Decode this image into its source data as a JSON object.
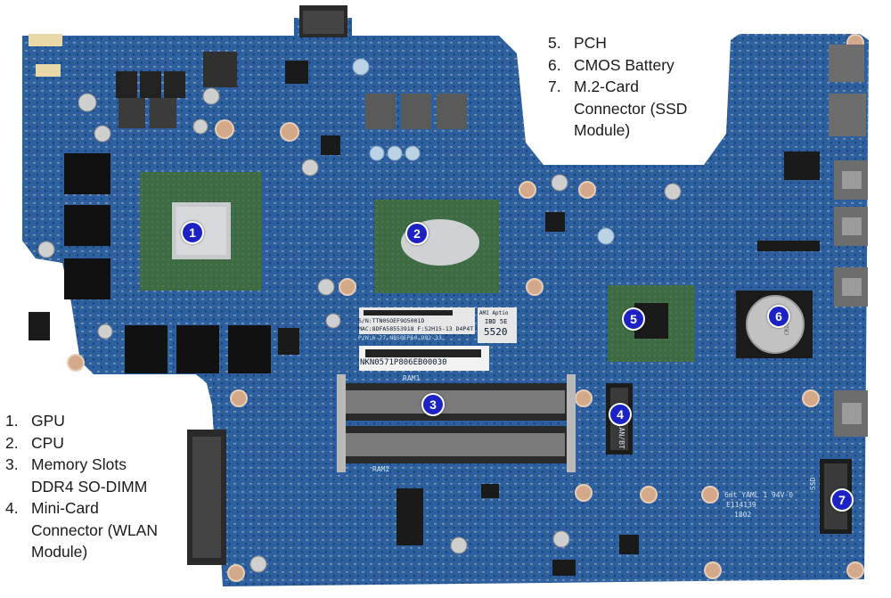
{
  "legend_left": [
    {
      "number": "1.",
      "label": "GPU"
    },
    {
      "number": "2.",
      "label": "CPU"
    },
    {
      "number": "3.",
      "label": "Memory Slots\nDDR4 SO-DIMM"
    },
    {
      "number": "4.",
      "label": "Mini-Card\nConnector (WLAN\nModule)"
    }
  ],
  "legend_right": [
    {
      "number": "5.",
      "label": "PCH"
    },
    {
      "number": "6.",
      "label": "CMOS Battery"
    },
    {
      "number": "7.",
      "label": "M.2-Card\nConnector (SSD\nModule)"
    }
  ],
  "markers": [
    "1",
    "2",
    "3",
    "4",
    "5",
    "6",
    "7"
  ],
  "board_text": {
    "sticker_top": "AMI Aptio",
    "sticker_code": "5520",
    "sticker_model": "IBD 5E",
    "barcode_label": "NKN0571P806EB00030",
    "board_line1": "S/N:TTN0SOEF9O5001D",
    "board_line2": "MAC:8DFA58553918 F:S2H15-13 D4P4T",
    "board_line3": "P/N:6-77-N850EP60-D02-33",
    "ram1": "RAM1",
    "ram2": "RAM2",
    "wlan": "WLAN/BT",
    "ssd": "SSD",
    "model": "6mt YAML 1 94V-0",
    "model2": "E114139",
    "model3": "1802",
    "battery": "CR2032"
  },
  "colors": {
    "pcb": "#2b5fa0",
    "pcb_dark": "#1e4a80",
    "marker": "#1c22c4",
    "text": "#1a1a1a"
  }
}
